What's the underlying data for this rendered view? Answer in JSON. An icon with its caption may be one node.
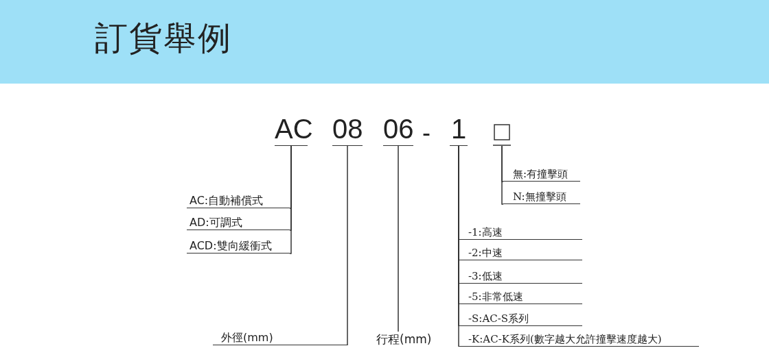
{
  "diagram": {
    "title": "訂貨舉例",
    "nodes": [
      {
        "text": [
          "AC"
        ]
      },
      {
        "text": [
          "08"
        ]
      },
      {
        "text": [
          "06"
        ]
      },
      {
        "text": [
          "1"
        ]
      },
      {
        "text": [],
        "shape": "box"
      },
      {
        "text": [
          "AC:自動補償式"
        ]
      },
      {
        "text": [
          "AD:可調式"
        ]
      },
      {
        "text": [
          "ACD:雙向緩衝式"
        ]
      },
      {
        "text": [
          "外徑(mm)"
        ]
      },
      {
        "text": [
          "行程(mm)"
        ]
      },
      {
        "text": [
          "無:有撞擊頭"
        ]
      },
      {
        "text": [
          "N:無撞擊頭"
        ]
      },
      {
        "text": [
          "-1:高速"
        ]
      },
      {
        "text": [
          "-2:中速"
        ]
      },
      {
        "text": [
          "-3:低速"
        ]
      },
      {
        "text": [
          "-5:非常低速"
        ]
      },
      {
        "text": [
          "-S:AC-S系列"
        ]
      },
      {
        "text": [
          "-K:AC-K系列(數字越大允許撞擊速度越大)"
        ]
      }
    ],
    "edges": [
      {
        "from": 0,
        "to": 5,
        "arrow": "none"
      },
      {
        "from": 0,
        "to": 6,
        "arrow": "none"
      },
      {
        "from": 0,
        "to": 7,
        "arrow": "none"
      },
      {
        "from": 1,
        "to": 8,
        "arrow": "none"
      },
      {
        "from": 2,
        "to": 9,
        "arrow": "none"
      },
      {
        "from": 4,
        "to": 10,
        "arrow": "none"
      },
      {
        "from": 4,
        "to": 11,
        "arrow": "none"
      },
      {
        "from": 3,
        "to": 12,
        "arrow": "none"
      },
      {
        "from": 3,
        "to": 13,
        "arrow": "none"
      },
      {
        "from": 3,
        "to": 14,
        "arrow": "none"
      },
      {
        "from": 3,
        "to": 15,
        "arrow": "none"
      },
      {
        "from": 3,
        "to": 16,
        "arrow": "none"
      },
      {
        "from": 3,
        "to": 17,
        "arrow": "none"
      }
    ],
    "labels": [
      "-"
    ]
  }
}
